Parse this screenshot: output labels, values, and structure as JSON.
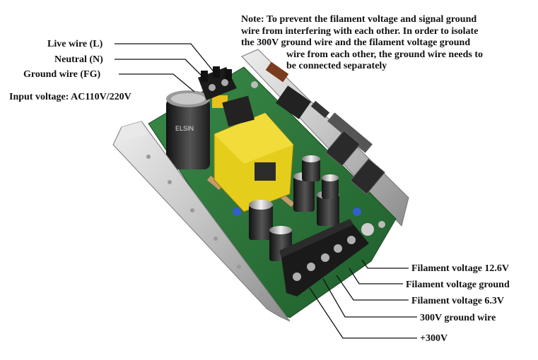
{
  "note": {
    "lines": [
      "Note: To prevent the filament voltage and signal ground",
      "wire from interfering with each other. In order to isolate",
      "the 300V ground wire and the filament voltage ground",
      "wire from each other, the ground wire needs to",
      "be connected separately"
    ]
  },
  "left_labels": {
    "live": "Live wire (L)",
    "neutral": "Neutral (N)",
    "ground": "Ground wire (FG)",
    "input_voltage": "Input voltage: AC110V/220V"
  },
  "right_labels": {
    "fil_12v6": "Filament voltage 12.6V",
    "fil_ground": "Filament voltage ground",
    "fil_6v3": "Filament voltage 6.3V",
    "gnd_300v": "300V ground wire",
    "plus_300v": "+300V"
  },
  "photo": {
    "capacitor_text": "ELSIN",
    "colors": {
      "pcb": "#2d7a3c",
      "heatsink": "#c9c9c9",
      "transformer": "#e5cd1c",
      "terminal": "#1a1a1a"
    }
  }
}
